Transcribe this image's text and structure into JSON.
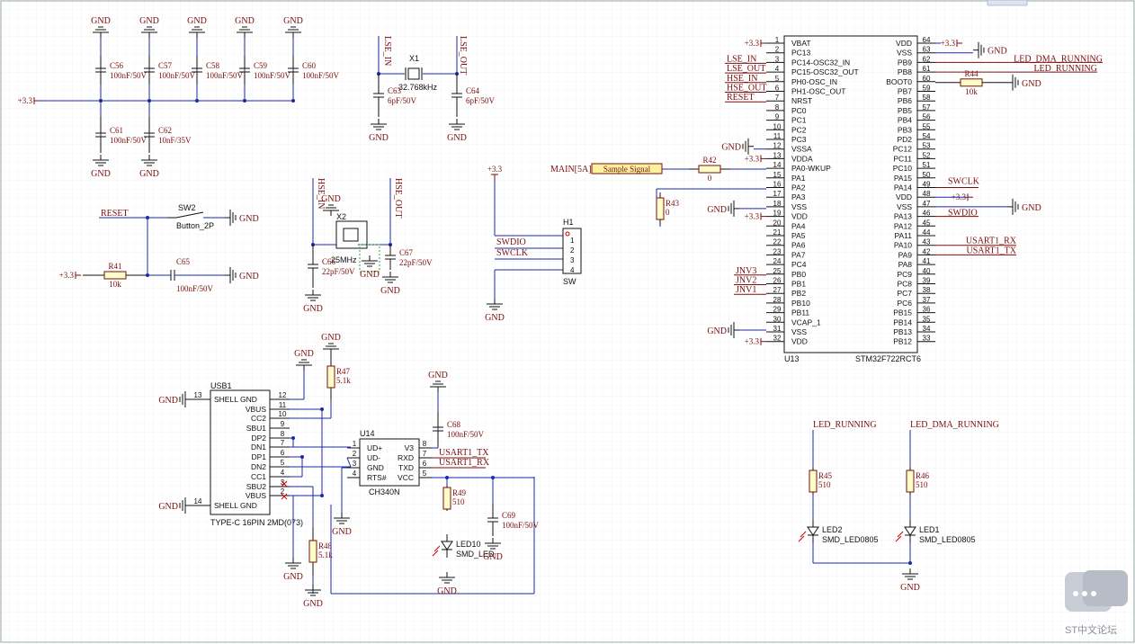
{
  "power": {
    "gnd": "GND",
    "v33": "+3.3"
  },
  "caps_top": [
    {
      "ref": "C56",
      "val": "100nF/50V"
    },
    {
      "ref": "C57",
      "val": "100nF/50V"
    },
    {
      "ref": "C58",
      "val": "100nF/50V"
    },
    {
      "ref": "C59",
      "val": "100nF/50V"
    },
    {
      "ref": "C60",
      "val": "100nF/50V"
    }
  ],
  "caps_mid": [
    {
      "ref": "C61",
      "val": "100nF/50V"
    },
    {
      "ref": "C62",
      "val": "10nF/35V"
    }
  ],
  "lse": {
    "in": "LSE_IN",
    "out": "LSE_OUT",
    "xtal": "X1",
    "freq": "32.768kHz",
    "c1": "C63",
    "c1v": "6pF/50V",
    "c2": "C64",
    "c2v": "6pF/50V"
  },
  "hse": {
    "in": "HSE_IN",
    "out": "HSE_OUT",
    "xtal": "X2",
    "freq": "25MHz",
    "c1": "C66",
    "c1v": "22pF/50V",
    "c2": "C67",
    "c2v": "22pF/50V"
  },
  "reset": {
    "net": "RESET",
    "sw": "SW2",
    "swval": "Button_2P",
    "r": "R41",
    "rv": "10k",
    "c": "C65",
    "cv": "100nF/50V"
  },
  "swd": {
    "swdio": "SWDIO",
    "swclk": "SWCLK",
    "hdr": "H1",
    "hdrval": "SW"
  },
  "sample": {
    "port": "MAIN[5A]",
    "label": "Sample Signal",
    "r": "R42",
    "rv": "0",
    "r2": "R43",
    "r2v": "0"
  },
  "mcu": {
    "ref": "U13",
    "part": "STM32F722RCT6",
    "left": [
      {
        "n": "1",
        "name": "VBAT"
      },
      {
        "n": "2",
        "name": "PC13"
      },
      {
        "n": "3",
        "name": "PC14-OSC32_IN"
      },
      {
        "n": "4",
        "name": "PC15-OSC32_OUT"
      },
      {
        "n": "5",
        "name": "PH0-OSC_IN"
      },
      {
        "n": "6",
        "name": "PH1-OSC_OUT"
      },
      {
        "n": "7",
        "name": "NRST"
      },
      {
        "n": "8",
        "name": "PC0"
      },
      {
        "n": "9",
        "name": "PC1"
      },
      {
        "n": "10",
        "name": "PC2"
      },
      {
        "n": "11",
        "name": "PC3"
      },
      {
        "n": "12",
        "name": "VSSA"
      },
      {
        "n": "13",
        "name": "VDDA"
      },
      {
        "n": "14",
        "name": "PA0-WKUP"
      },
      {
        "n": "15",
        "name": "PA1"
      },
      {
        "n": "16",
        "name": "PA2"
      },
      {
        "n": "17",
        "name": "PA3"
      },
      {
        "n": "18",
        "name": "VSS"
      },
      {
        "n": "19",
        "name": "VDD"
      },
      {
        "n": "20",
        "name": "PA4"
      },
      {
        "n": "21",
        "name": "PA5"
      },
      {
        "n": "22",
        "name": "PA6"
      },
      {
        "n": "23",
        "name": "PA7"
      },
      {
        "n": "24",
        "name": "PC4"
      },
      {
        "n": "25",
        "name": "PB0"
      },
      {
        "n": "26",
        "name": "PB1"
      },
      {
        "n": "27",
        "name": "PB2"
      },
      {
        "n": "28",
        "name": "PB10"
      },
      {
        "n": "29",
        "name": "PB11"
      },
      {
        "n": "30",
        "name": "VCAP_1"
      },
      {
        "n": "31",
        "name": "VSS"
      },
      {
        "n": "32",
        "name": "VDD"
      }
    ],
    "right": [
      {
        "n": "64",
        "name": "VDD"
      },
      {
        "n": "63",
        "name": "VSS"
      },
      {
        "n": "62",
        "name": "PB9"
      },
      {
        "n": "61",
        "name": "PB8"
      },
      {
        "n": "60",
        "name": "BOOT0"
      },
      {
        "n": "59",
        "name": "PB7"
      },
      {
        "n": "58",
        "name": "PB6"
      },
      {
        "n": "57",
        "name": "PB5"
      },
      {
        "n": "56",
        "name": "PB4"
      },
      {
        "n": "55",
        "name": "PB3"
      },
      {
        "n": "54",
        "name": "PD2"
      },
      {
        "n": "53",
        "name": "PC12"
      },
      {
        "n": "52",
        "name": "PC11"
      },
      {
        "n": "51",
        "name": "PC10"
      },
      {
        "n": "50",
        "name": "PA15"
      },
      {
        "n": "49",
        "name": "PA14"
      },
      {
        "n": "48",
        "name": "VDD"
      },
      {
        "n": "47",
        "name": "VSS"
      },
      {
        "n": "46",
        "name": "PA13"
      },
      {
        "n": "45",
        "name": "PA12"
      },
      {
        "n": "44",
        "name": "PA11"
      },
      {
        "n": "43",
        "name": "PA10"
      },
      {
        "n": "42",
        "name": "PA9"
      },
      {
        "n": "41",
        "name": "PA8"
      },
      {
        "n": "40",
        "name": "PC9"
      },
      {
        "n": "39",
        "name": "PC8"
      },
      {
        "n": "38",
        "name": "PC7"
      },
      {
        "n": "37",
        "name": "PC6"
      },
      {
        "n": "36",
        "name": "PB15"
      },
      {
        "n": "35",
        "name": "PB14"
      },
      {
        "n": "34",
        "name": "PB13"
      },
      {
        "n": "33",
        "name": "PB12"
      }
    ]
  },
  "mcu_nets": {
    "lse_in": "LSE_IN",
    "lse_out": "LSE_OUT",
    "hse_in": "HSE_IN",
    "hse_out": "HSE_OUT",
    "reset": "RESET",
    "jnv3": "JNV3",
    "jnv2": "JNV2",
    "jnv1": "JNV1",
    "led_dma": "LED_DMA_RUNNING",
    "led_run": "LED_RUNNING",
    "r44": "R44",
    "r44v": "10k",
    "swclk": "SWCLK",
    "swdio": "SWDIO",
    "usart_rx": "USART1_RX",
    "usart_tx": "USART1_TX"
  },
  "usb": {
    "ref": "USB1",
    "part": "TYPE-C 16PIN 2MD(073)",
    "pins": [
      {
        "n": "13",
        "name": "SHELL GND"
      },
      {
        "n": "12",
        "name": ""
      },
      {
        "n": "11",
        "name": "VBUS"
      },
      {
        "n": "10",
        "name": "CC2"
      },
      {
        "n": "9",
        "name": "SBU1"
      },
      {
        "n": "8",
        "name": "DP2"
      },
      {
        "n": "7",
        "name": "DN1"
      },
      {
        "n": "6",
        "name": "DP1"
      },
      {
        "n": "5",
        "name": "DN2"
      },
      {
        "n": "4",
        "name": "CC1"
      },
      {
        "n": "3",
        "name": "SBU2"
      },
      {
        "n": "2",
        "name": "VBUS"
      },
      {
        "n": "14",
        "name": "SHELL GND"
      }
    ],
    "r47": "R47",
    "r47v": "5.1k",
    "r48": "R48",
    "r48v": "5.1k"
  },
  "ch340": {
    "ref": "U14",
    "part": "CH340N",
    "left": [
      {
        "n": "1",
        "name": "UD+"
      },
      {
        "n": "2",
        "name": "UD-"
      },
      {
        "n": "3",
        "name": "GND"
      },
      {
        "n": "4",
        "name": "RTS#"
      }
    ],
    "right": [
      {
        "n": "8",
        "name": "V3"
      },
      {
        "n": "7",
        "name": "RXD"
      },
      {
        "n": "6",
        "name": "TXD"
      },
      {
        "n": "5",
        "name": "VCC"
      }
    ],
    "tx": "USART1_TX",
    "rx": "USART1_RX",
    "c68": "C68",
    "c68v": "100nF/50V",
    "c69": "C69",
    "c69v": "100nF/50V",
    "r49": "R49",
    "r49v": "510",
    "led": "LED10",
    "ledv": "SMD_LED"
  },
  "leds": [
    {
      "net": "LED_RUNNING",
      "r": "R45",
      "rv": "510",
      "led": "LED2",
      "ledv": "SMD_LED0805"
    },
    {
      "net": "LED_DMA_RUNNING",
      "r": "R46",
      "rv": "510",
      "led": "LED1",
      "ledv": "SMD_LED0805"
    }
  ],
  "watermark": "ST中文论坛"
}
